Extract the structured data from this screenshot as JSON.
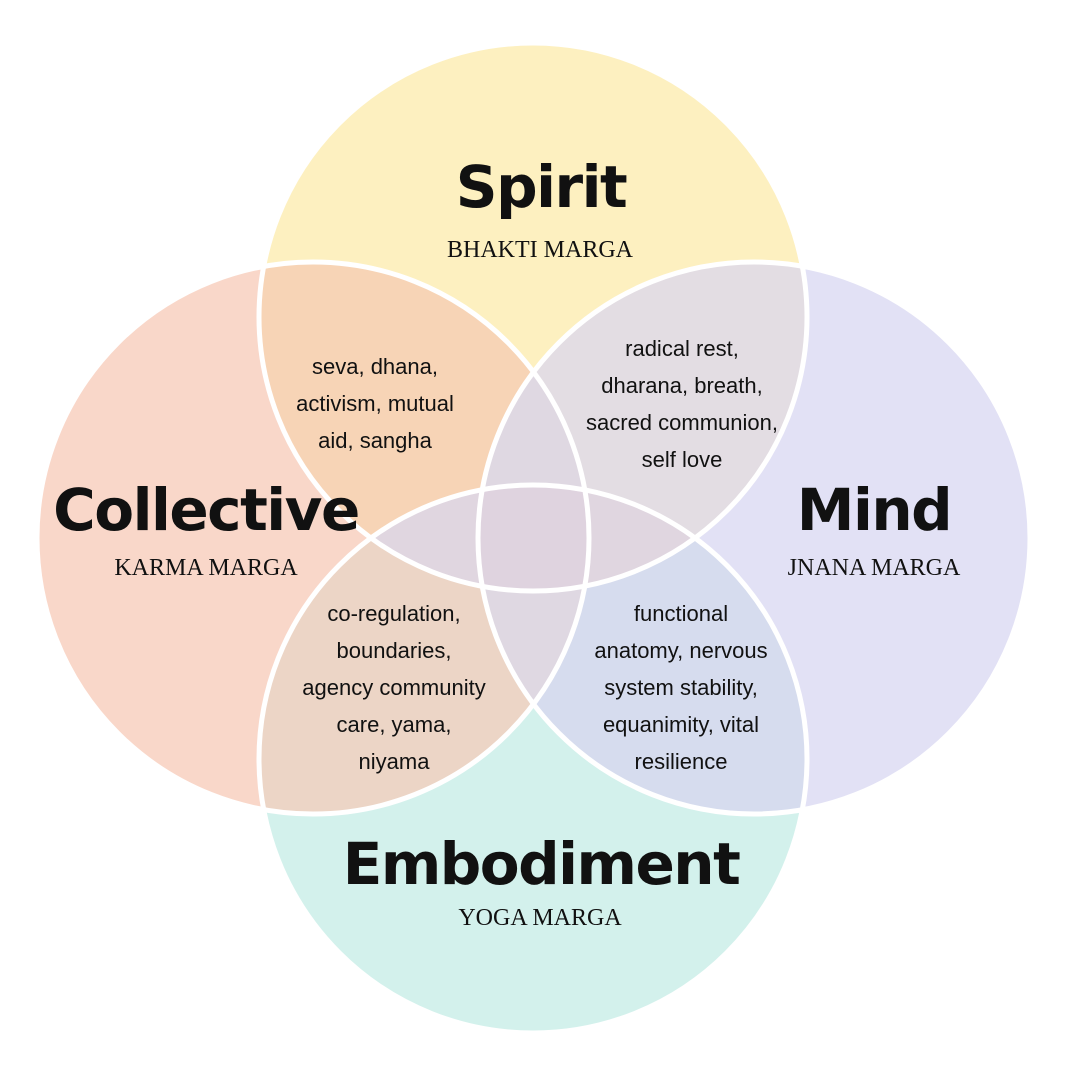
{
  "colors": {
    "spirit": "#fdf0c0",
    "collective": "#f9d7c9",
    "mind": "#e2e1f5",
    "embodiment": "#d3f1ec",
    "spirit_collective": "#f7d4b6",
    "spirit_mind": "#e3dde3",
    "embodiment_collective": "#ecd5c6",
    "embodiment_mind": "#d6dcee",
    "collective_mind": "#dfd8e2",
    "spirit_embodiment": "#e0d6e0",
    "center": "#dfd3df",
    "outline": "#ffffff"
  },
  "circles": {
    "spirit": {
      "title": "Spirit",
      "subtitle": "BHAKTI MARGA"
    },
    "collective": {
      "title": "Collective",
      "subtitle": "KARMA MARGA"
    },
    "mind": {
      "title": "Mind",
      "subtitle": "JNANA MARGA"
    },
    "embodiment": {
      "title": "Embodiment",
      "subtitle": "YOGA MARGA"
    }
  },
  "overlaps": {
    "spirit_collective": "seva,  dhana,\nactivism, mutual\naid, sangha",
    "spirit_mind": "radical rest,\ndharana, breath,\nsacred communion,\nself love",
    "embodiment_collective": "co-regulation,\nboundaries,\nagency community\ncare, yama,\nniyama",
    "embodiment_mind": "functional\nanatomy, nervous\nsystem stability,\nequanimity, vital\nresilience"
  }
}
